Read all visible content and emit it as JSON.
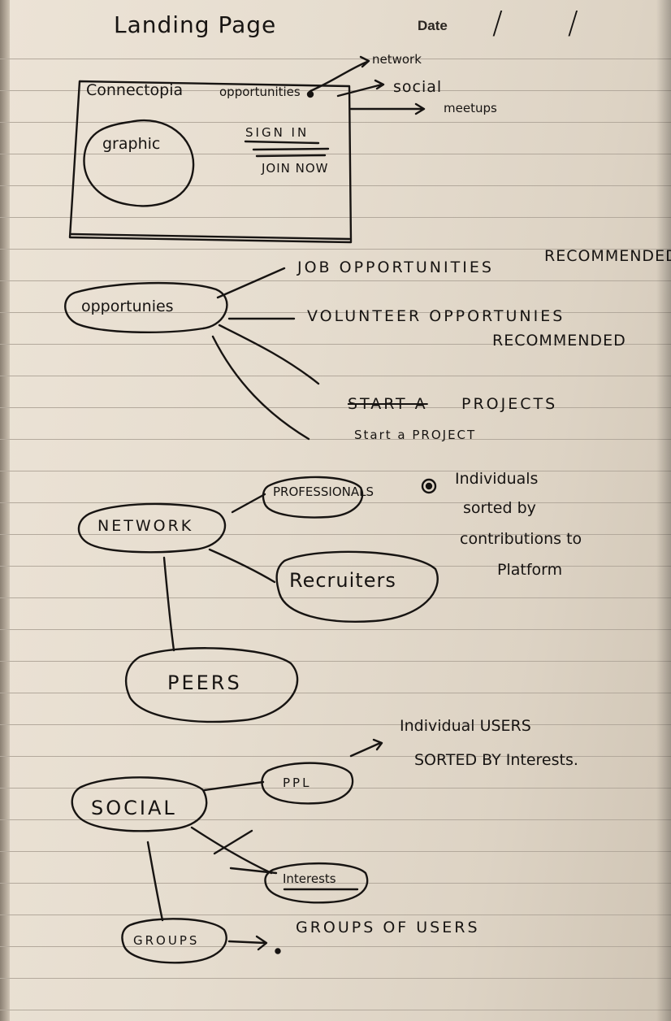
{
  "header": {
    "title": "Landing Page",
    "date_label": "Date",
    "date_value": "/ /"
  },
  "wireframe": {
    "brand": "Connectopia",
    "nav_item": "opportunities",
    "nav_submenu": [
      "network",
      "social",
      "meetups"
    ],
    "graphic": "graphic",
    "sign_in": "SIGN IN",
    "join_now": "JOIN NOW"
  },
  "opportunities_map": {
    "hub": "opportunies",
    "branches": [
      {
        "text": "JOB OPPORTUNITIES",
        "note": "RECOMMENDED"
      },
      {
        "text": "VOLUNTEER OPPORTUNIES",
        "note": "RECOMMENDED"
      },
      {
        "struck": "START A",
        "text": "PROJECTS",
        "note": "Start a PROJECT"
      }
    ]
  },
  "network_map": {
    "hub": "NETWORK",
    "nodes": [
      "PROFESSIONALS",
      "Recruiters",
      "PEERS"
    ],
    "professionals_note": [
      "Individuals",
      "sorted by",
      "contributions to",
      "Platform"
    ]
  },
  "social_map": {
    "hub": "SOCIAL",
    "nodes": [
      "PPL",
      "Interests",
      "GROUPS"
    ],
    "ppl_note": [
      "Individual USERS",
      "SORTED BY Interests."
    ],
    "groups_note": "GROUPS OF USERS"
  }
}
